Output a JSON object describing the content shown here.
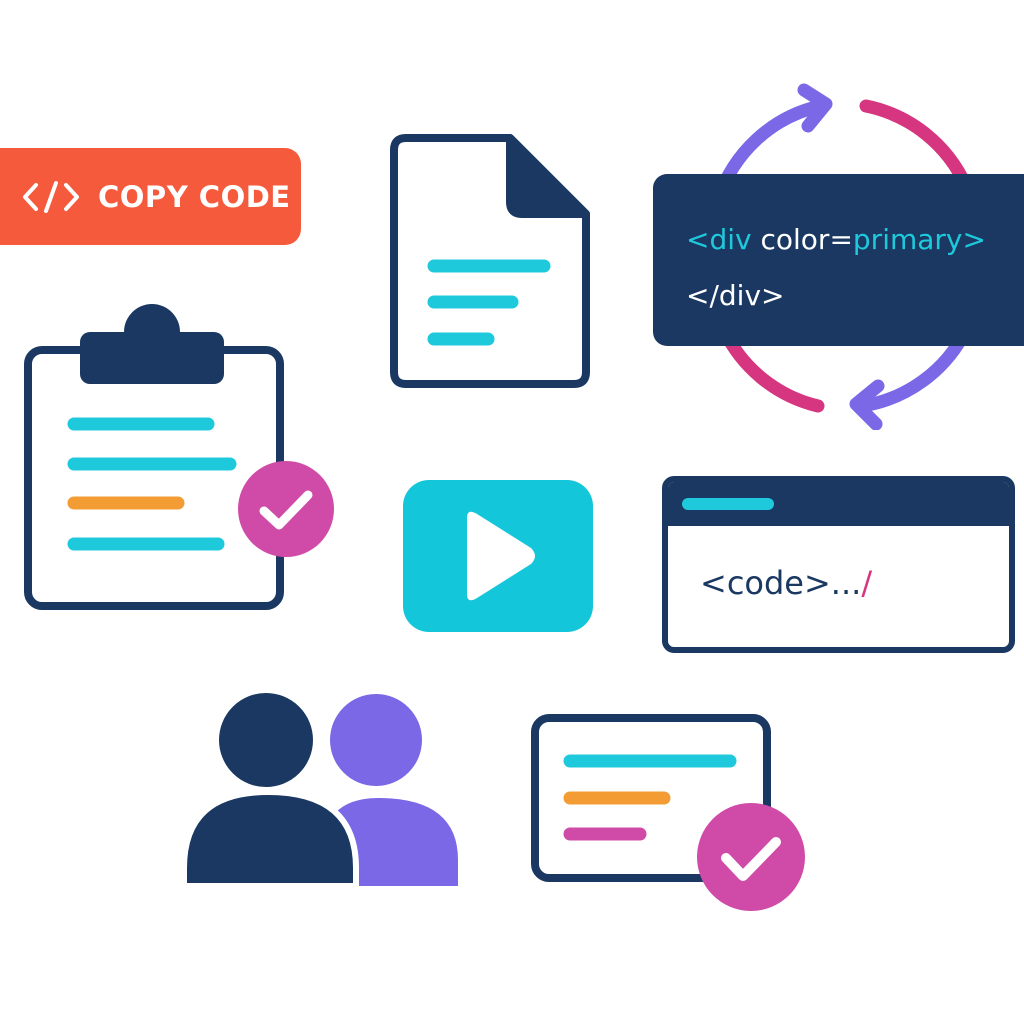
{
  "copy_button": {
    "label": "COPY CODE",
    "icon": "code-brackets-icon",
    "color": "#f65a3c"
  },
  "code_panel": {
    "line1_open": "<div",
    "line1_attr": " color=",
    "line1_value": "primary>",
    "line2": "</div>",
    "background": "#1a3861",
    "tag_color": "#1fc9dc"
  },
  "browser_window": {
    "snippet": "<code>...",
    "snippet_slash": "/"
  },
  "icons": {
    "document": "document-icon",
    "clipboard": "clipboard-icon",
    "play": "play-icon",
    "refresh": "refresh-cycle-icon",
    "users": "users-icon",
    "card": "checked-card-icon",
    "check": "check-badge-icon"
  },
  "palette": {
    "navy": "#1a3861",
    "cyan": "#1fc9dc",
    "orange": "#f29c33",
    "magenta": "#d04ba8",
    "purple": "#7a68e6",
    "coral": "#f65a3c"
  }
}
